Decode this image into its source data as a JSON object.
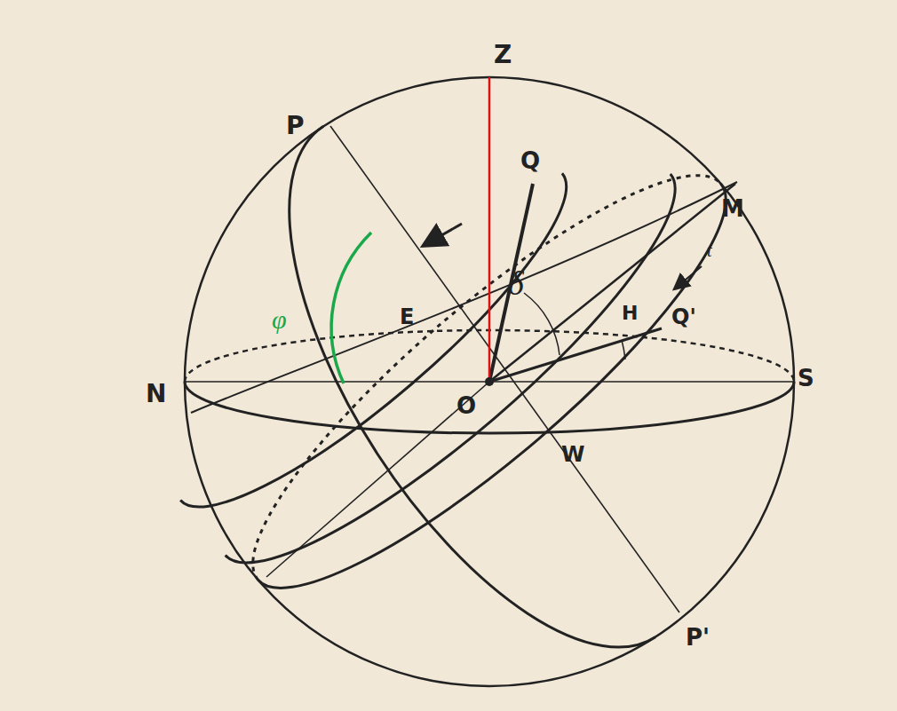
{
  "diagram": {
    "labels": [
      "Z",
      "P",
      "Q",
      "M",
      "φ",
      "E",
      "δ",
      "H",
      "Q'",
      "N",
      "O",
      "S",
      "W",
      "P'",
      "t"
    ]
  }
}
